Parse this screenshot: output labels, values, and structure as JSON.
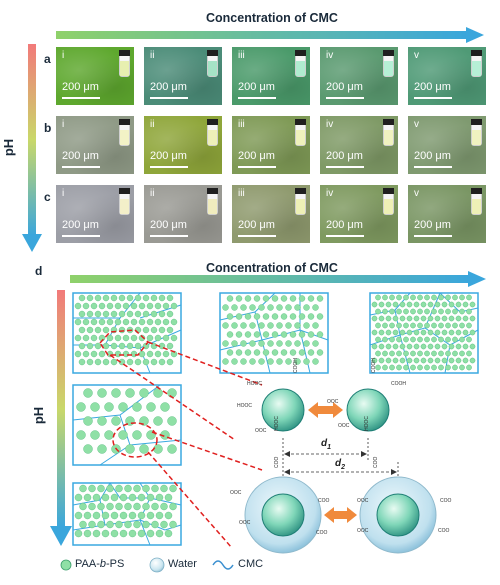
{
  "panel_letters": {
    "a": "a",
    "b": "b",
    "c": "c",
    "d": "d"
  },
  "top_axis_label": "Concentration of CMC",
  "bottom_axis_label": "Concentration of CMC",
  "ph_label_top": "pH",
  "ph_label_bottom": "pH",
  "scale_bar_text": "200 μm",
  "roman_numerals": [
    "i",
    "ii",
    "iii",
    "iv",
    "v"
  ],
  "chem_labels": {
    "hooc": "HOOC",
    "cooh": "COOH",
    "ooc": "OOC",
    "coo": "COO"
  },
  "distance_labels": {
    "d1": "d",
    "d1_sub": "1",
    "d2": "d",
    "d2_sub": "2"
  },
  "legend": {
    "particle": "PAA-b-PS",
    "particle_pre": "PAA-",
    "particle_italic": "b",
    "particle_post": "-PS",
    "water": "Water",
    "cmc": "CMC"
  },
  "colors": {
    "arrow_green": "#8fd16a",
    "arrow_blue": "#3aa6dc",
    "ph_red": "#f27a7a",
    "ph_blue": "#3aa6dc",
    "cell_border": "#3aa9e0",
    "particle": "#8fe0a6",
    "dash_red": "#e0201f",
    "exchange_arrow": "#f08a3c"
  },
  "tiles": [
    [
      "#5ea82e",
      "#4b8c78",
      "#4a9a6a",
      "#5a9a70",
      "#4f9a76"
    ],
    [
      "#8f9a86",
      "#8fa63a",
      "#7f9a56",
      "#7f9a66",
      "#7f9a70"
    ],
    [
      "#9c9ea6",
      "#9a9a94",
      "#8f9a6e",
      "#7f9a60",
      "#7a9664"
    ]
  ],
  "vial_liquid": [
    [
      "#e7efb0",
      "#a6e3c6",
      "#b0ecd0",
      "#b6f0d6",
      "#b6f0d6"
    ],
    [
      "#f2f2c6",
      "#eef0b8",
      "#eff1bc",
      "#f0f2c0",
      "#f0f2c0"
    ],
    [
      "#f3efc9",
      "#f0ecbe",
      "#eef0b6",
      "#eef0b6",
      "#eef0b6"
    ]
  ]
}
